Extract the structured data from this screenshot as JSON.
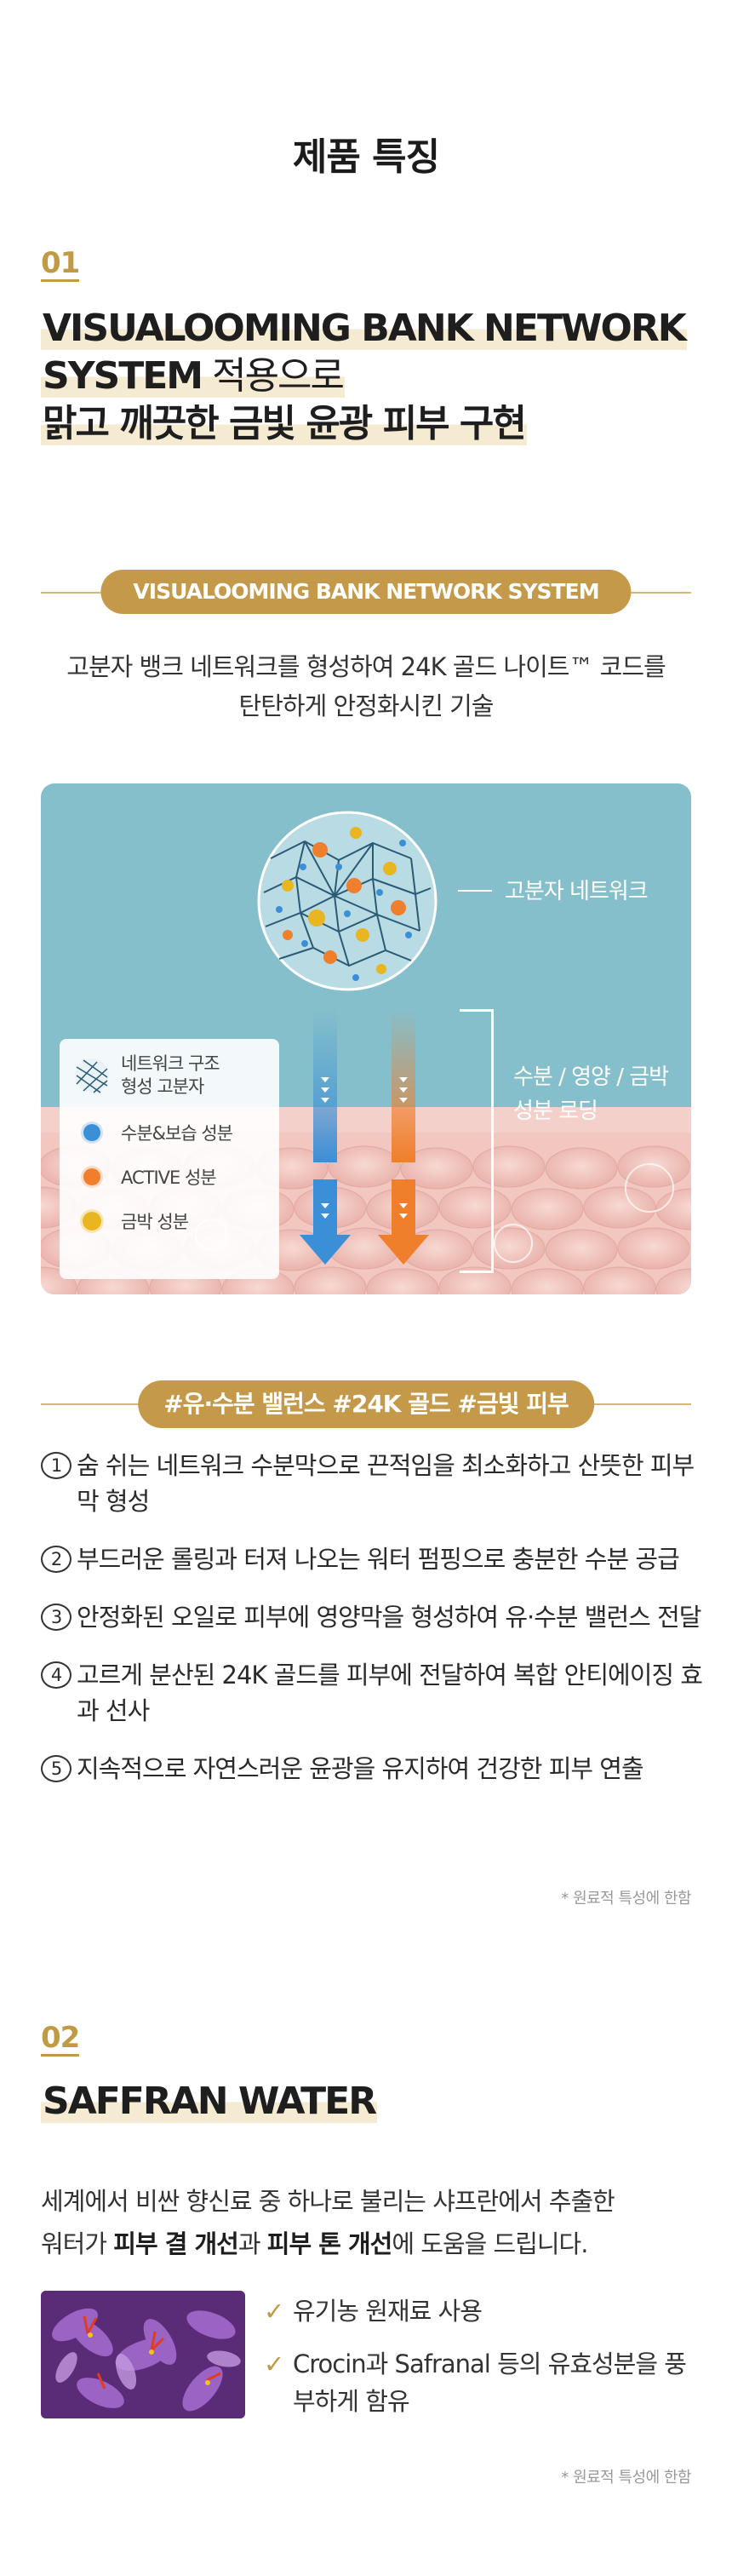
{
  "page": {
    "title": "제품 특징"
  },
  "section1": {
    "number": "01",
    "headline_line1": "VISUALOOMING BANK NETWORK",
    "headline_line2_bold": "SYSTEM",
    "headline_line2_light": " 적용으로",
    "headline_line3": "맑고 깨끗한 금빛 윤광 피부 구현",
    "badge": "VISUALOOMING BANK NETWORK SYSTEM",
    "desc_line1": "고분자 뱅크 네트워크를 형성하여 24K 골드 나이트™ 코드를",
    "desc_line2": "탄탄하게 안정화시킨 기술",
    "diagram": {
      "network_label": "고분자 네트워크",
      "loading_line1": "수분 / 영양 / 금박",
      "loading_line2": "성분 로딩",
      "legend": [
        {
          "icon": "mesh-icon",
          "label_line1": "네트워크 구조",
          "label_line2": "형성 고분자"
        },
        {
          "icon": "blue-dot-icon",
          "label_line1": "수분&보습 성분",
          "color": "#3b8fd6"
        },
        {
          "icon": "orange-dot-icon",
          "label_line1": "ACTIVE 성분",
          "color": "#f07f2c"
        },
        {
          "icon": "gold-dot-icon",
          "label_line1": "금박 성분",
          "color": "#e9b621"
        }
      ]
    },
    "tag_badge": "#유·수분 밸런스 #24K 골드 #금빛 피부",
    "features": [
      {
        "num": "1",
        "text": "숨 쉬는 네트워크 수분막으로 끈적임을 최소화하고 산뜻한 피부막 형성"
      },
      {
        "num": "2",
        "text": "부드러운 롤링과 터져 나오는 워터 펌핑으로 충분한 수분 공급"
      },
      {
        "num": "3",
        "text": "안정화된 오일로 피부에 영양막을 형성하여 유·수분 밸런스 전달"
      },
      {
        "num": "4",
        "text": "고르게 분산된 24K 골드를 피부에 전달하여 복합 안티에이징 효과 선사"
      },
      {
        "num": "5",
        "text": "지속적으로 자연스러운 윤광을 유지하여 건강한 피부 연출"
      }
    ],
    "note": "* 원료적 특성에 한함"
  },
  "section2": {
    "number": "02",
    "headline": "SAFFRAN WATER",
    "body_line1": "세계에서 비싼 향신료 중 하나로 불리는 샤프란에서 추출한",
    "body_line2_a": "워터가 ",
    "body_line2_b": "피부 결 개선",
    "body_line2_c": "과 ",
    "body_line2_d": "피부 톤 개선",
    "body_line2_e": "에 도움을 드립니다.",
    "checks": [
      {
        "text": "유기농 원재료 사용"
      },
      {
        "text": "Crocin과 Safranal 등의 유효성분을 풍부하게 함유"
      }
    ],
    "note": "* 원료적 특성에 한함"
  },
  "colors": {
    "gold": "#c49a4a",
    "highlight": "#f5ead2",
    "teal": "#85bfcb",
    "skin": "#f1c7c0"
  }
}
